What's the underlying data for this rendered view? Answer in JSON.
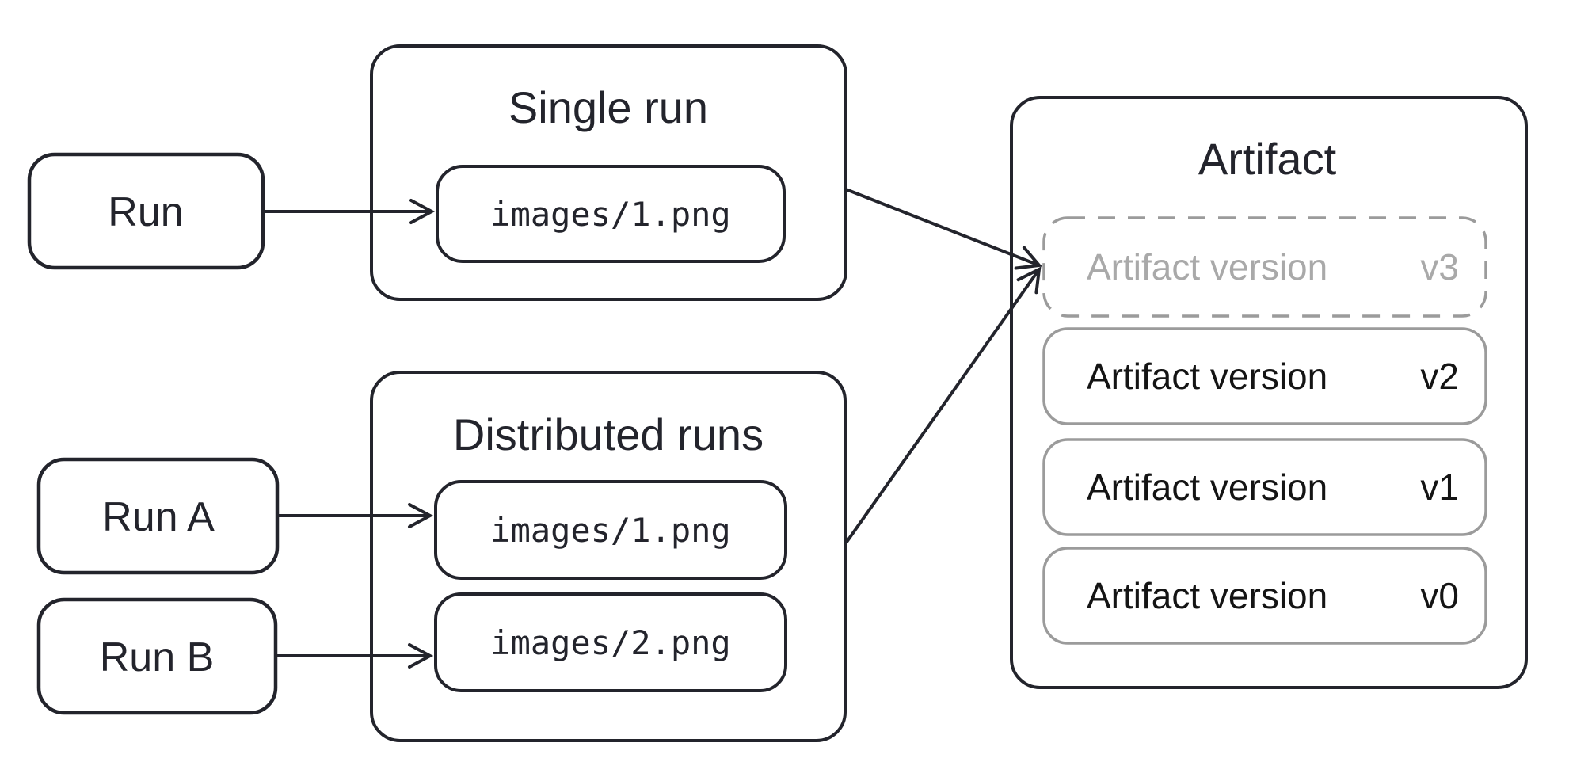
{
  "colors": {
    "stroke-dark": "#23242c",
    "stroke-gray": "#9b9b9b",
    "text-dark": "#23242c",
    "text-black": "#141414",
    "text-muted": "#a9a9a9",
    "background": "#ffffff"
  },
  "nodes": {
    "run": {
      "label": "Run"
    },
    "run_a": {
      "label": "Run A"
    },
    "run_b": {
      "label": "Run B"
    }
  },
  "single_run": {
    "title": "Single run",
    "file": "images/1.png"
  },
  "distributed_runs": {
    "title": "Distributed runs",
    "files": [
      "images/1.png",
      "images/2.png"
    ]
  },
  "artifact": {
    "title": "Artifact",
    "versions": [
      {
        "label": "Artifact version",
        "version": "v3"
      },
      {
        "label": "Artifact version",
        "version": "v2"
      },
      {
        "label": "Artifact version",
        "version": "v1"
      },
      {
        "label": "Artifact version",
        "version": "v0"
      }
    ]
  }
}
